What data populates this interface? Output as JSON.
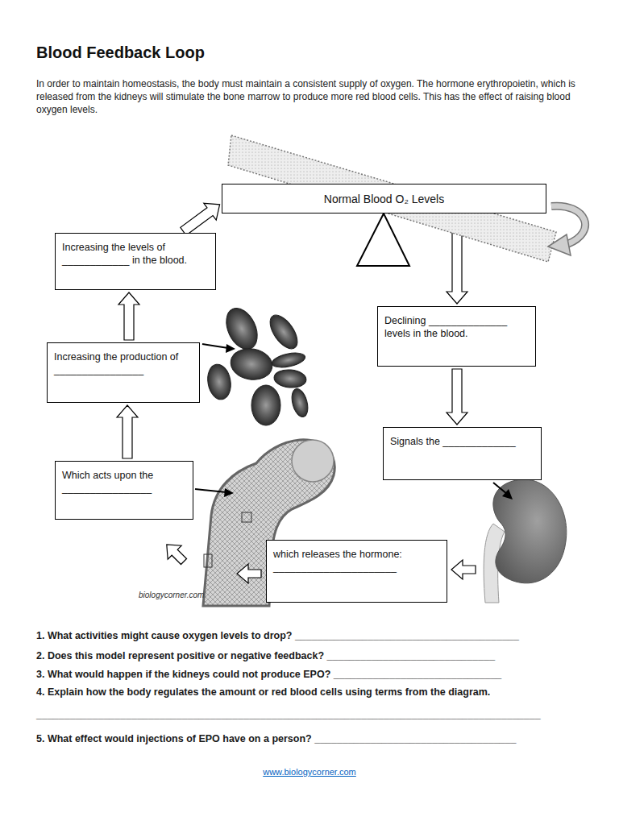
{
  "diagram": {
    "title": "Blood Feedback Loop",
    "nodes": [
      {
        "text": [
          "Normal Blood O₂ Levels"
        ]
      },
      {
        "text": [
          "Increasing the levels of ____________ in the blood."
        ]
      },
      {
        "text": [
          "Declining ______________ levels in the blood."
        ]
      },
      {
        "text": [
          "Increasing the production of ________________"
        ]
      },
      {
        "text": [
          "Signals the _____________"
        ]
      },
      {
        "text": [
          "Which acts upon the ________________"
        ]
      },
      {
        "text": [
          "which releases the hormone: ______________________"
        ]
      }
    ],
    "edges": [
      {
        "from": 0,
        "to": 2,
        "arrow": "to"
      },
      {
        "from": 2,
        "to": 4,
        "arrow": "to"
      },
      {
        "from": 5,
        "to": 3,
        "arrow": "to"
      },
      {
        "from": 3,
        "to": 1,
        "arrow": "to"
      },
      {
        "from": 1,
        "to": 0,
        "arrow": "to"
      }
    ],
    "labels": [
      "In order to maintain homeostasis, the body must maintain a consistent supply of oxygen. The hormone erythropoietin, which is released from the kidneys will stimulate the bone marrow to produce more red blood cells. This has the effect of raising blood oxygen levels.",
      "biologycorner.com",
      "1. What activities might cause oxygen levels to drop? ________________________________________",
      "2. Does this model represent positive or negative feedback?  ______________________________",
      "3.  What would happen if the kidneys could not produce EPO? ______________________________",
      "4. Explain how the body regulates the amount or red blood cells using terms from the diagram.",
      "__________________________________________________________________________________________",
      "5. What effect would injections of EPO have on a person? ____________________________________",
      "www.biologycorner.com"
    ]
  }
}
